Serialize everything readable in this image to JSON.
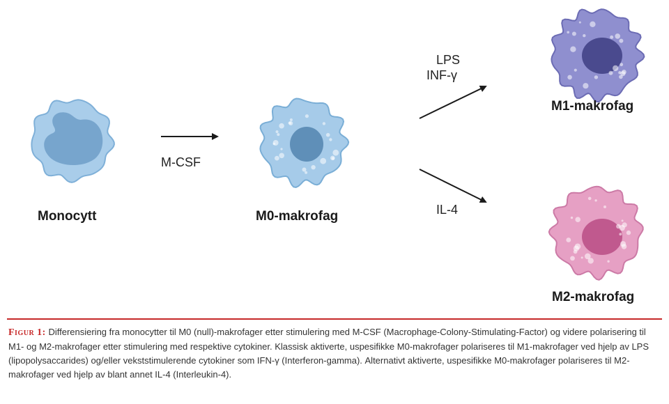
{
  "cells": {
    "monocyte": {
      "label": "Monocytt"
    },
    "m0": {
      "label": "M0-makrofag"
    },
    "m1": {
      "label": "M1-makrofag"
    },
    "m2": {
      "label": "M2-makrofag"
    }
  },
  "arrows": {
    "mcsf": {
      "label": "M-CSF"
    },
    "to_m1": {
      "line1": "LPS",
      "line2": "INF-γ"
    },
    "to_m2": {
      "label": "IL-4"
    }
  },
  "caption": {
    "heading": "Figur 1:",
    "text": "Differensiering fra monocytter til M0 (null)-makrofager etter stimulering med M-CSF (Macrophage-Colony-Stimulating-Factor) og videre polarisering til M1- og M2-makrofager etter stimulering med respektive cytokiner. Klassisk aktiverte, uspesifikke M0-makrofager polariseres til M1-makrofager ved hjelp av LPS (lipopolysaccarides) og/eller vekststimulerende cytokiner som IFN-γ (Interferon-gamma). Alternativt aktiverte, uspesifikke M0-makrofager polariseres til M2-makrofager ved hjelp av blant annet IL-4 (Interleukin-4)."
  },
  "colors": {
    "monocyte_body": "#a9cdea",
    "monocyte_edge": "#7fb0d8",
    "monocyte_nucleus": "#6f9ec8",
    "m0_body": "#a6cbe9",
    "m0_edge": "#7aaed6",
    "m0_nucleus": "#5f8fb8",
    "m1_body": "#8f8fcf",
    "m1_edge": "#6c6cb4",
    "m1_nucleus": "#4a4a8e",
    "m2_body": "#e6a0c4",
    "m2_edge": "#cc7aa6",
    "m2_nucleus": "#c0598e",
    "accent": "#c62828"
  }
}
